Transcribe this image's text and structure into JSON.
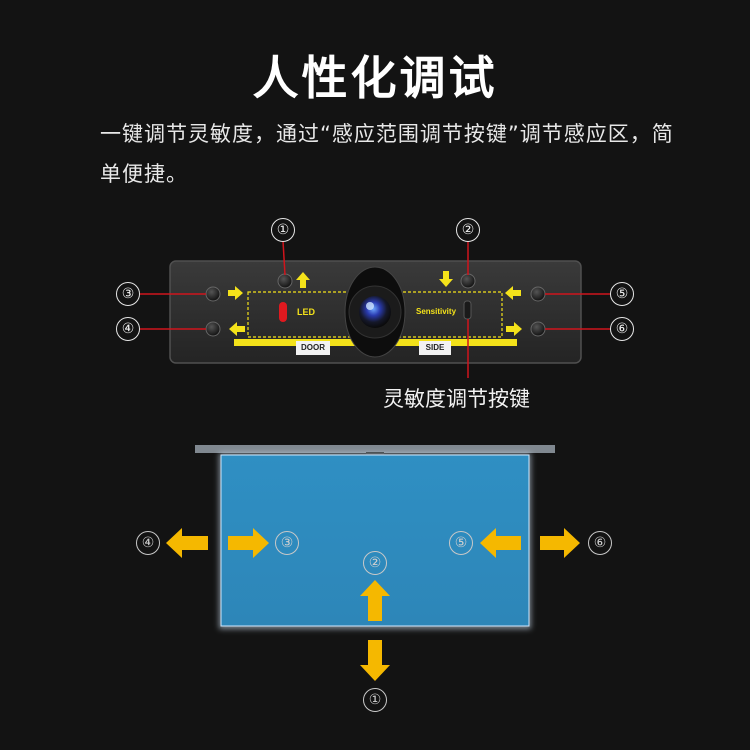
{
  "title": "人性化调试",
  "description": "一键调节灵敏度，通过“感应范围调节按键”调节感应区，简单便捷。",
  "device": {
    "led_label": "LED",
    "sensitivity_label": "Sensitivity",
    "door_label": "DOOR",
    "side_label": "SIDE",
    "sensitivity_key_label": "灵敏度调节按键"
  },
  "markers": {
    "m1": "①",
    "m2": "②",
    "m3": "③",
    "m4": "④",
    "m5": "⑤",
    "m6": "⑥"
  },
  "colors": {
    "background": "#131313",
    "accent_yellow": "#f4e21a",
    "arrow_orange": "#f5b800",
    "callout_red": "#d0141c",
    "zone_blue": "#2e8dc0"
  }
}
